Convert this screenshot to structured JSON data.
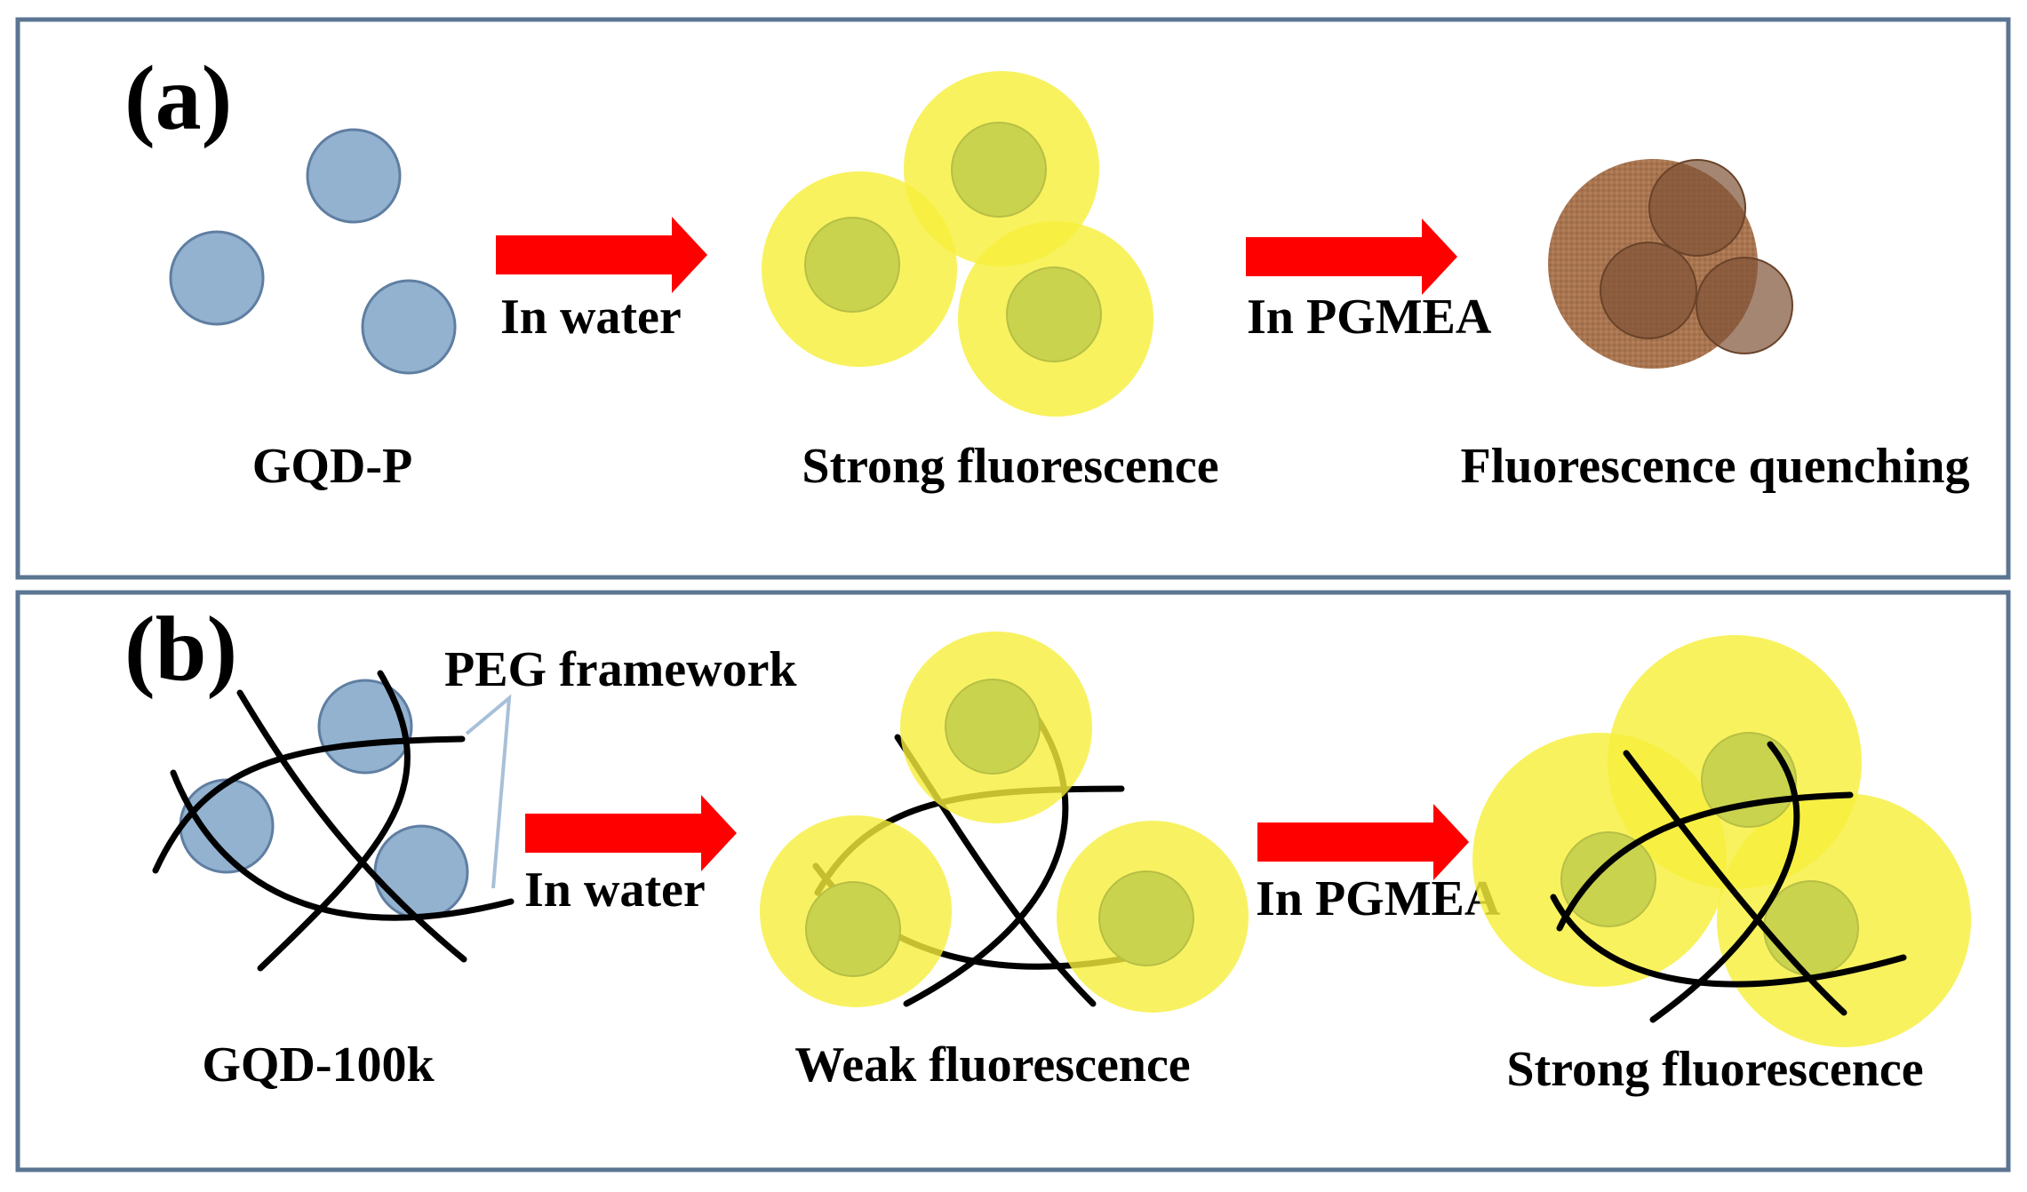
{
  "panels": [
    {
      "label": "(a)",
      "items": [
        {
          "caption": "GQD-P"
        },
        {
          "caption": "Strong fluorescence"
        },
        {
          "caption": "Fluorescence quenching"
        }
      ],
      "arrows": [
        {
          "label": "In water"
        },
        {
          "label": "In PGMEA"
        }
      ]
    },
    {
      "label": "(b)",
      "items": [
        {
          "caption": "GQD-100k"
        },
        {
          "caption": "Weak fluorescence"
        },
        {
          "caption": "Strong fluorescence"
        }
      ],
      "arrows": [
        {
          "label": "In water"
        },
        {
          "label": "In PGMEA"
        }
      ],
      "framework_label": "PEG framework"
    }
  ],
  "colors": {
    "frame": "#5b7592",
    "gqd_dot": "#93b2cf",
    "gqd_dot_stroke": "#5f7ea2",
    "glow": "#f6ef3c",
    "dot_in_glow": "#c9d34e",
    "quench_shell": "#a87550",
    "quench_dot": "#7f5236",
    "arrow": "#ff0000",
    "pointer_line": "#a8c0d8"
  }
}
